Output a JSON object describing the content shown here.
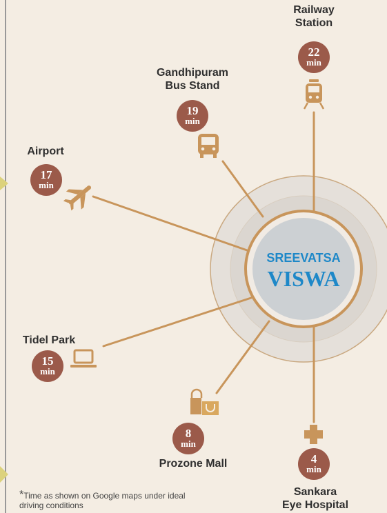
{
  "colors": {
    "background": "#f4ede3",
    "connector_line": "#c8955b",
    "icon": "#c8955b",
    "badge": "#9b5a4a",
    "brand_blue": "#1e88c8",
    "left_accent": "#dcd27c",
    "border_gray": "#999999"
  },
  "center": {
    "line1": "SREEVATSA",
    "line2": "VISWA"
  },
  "destinations": [
    {
      "id": "railway",
      "label": "Railway\nStation",
      "time": "22",
      "unit": "min",
      "icon": "train-icon"
    },
    {
      "id": "bus",
      "label": "Gandhipuram\nBus Stand",
      "time": "19",
      "unit": "min",
      "icon": "bus-icon"
    },
    {
      "id": "airport",
      "label": "Airport",
      "time": "17",
      "unit": "min",
      "icon": "airplane-icon"
    },
    {
      "id": "tidel",
      "label": "Tidel Park",
      "time": "15",
      "unit": "min",
      "icon": "laptop-icon"
    },
    {
      "id": "prozone",
      "label": "Prozone Mall",
      "time": "8",
      "unit": "min",
      "icon": "shopping-bag-icon"
    },
    {
      "id": "sankara",
      "label": "Sankara\nEye Hospital",
      "time": "4",
      "unit": "min",
      "icon": "medical-cross-icon"
    }
  ],
  "footnote": {
    "star": "*",
    "text": "Time as shown on Google maps under ideal driving conditions"
  }
}
